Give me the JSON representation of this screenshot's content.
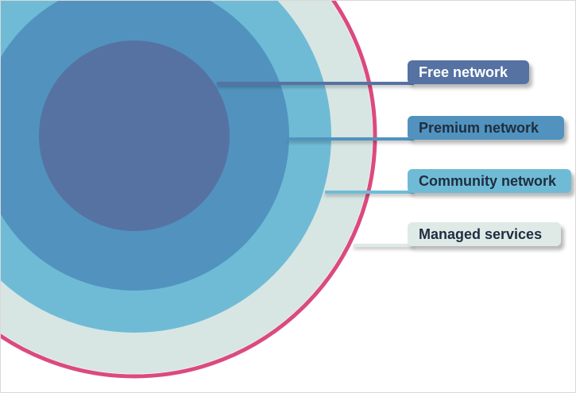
{
  "layers": [
    {
      "label": "Free network",
      "fill": "#5672a3",
      "label_bg": "#5672a3",
      "label_color": "#ffffff"
    },
    {
      "label": "Premium network",
      "fill": "#5193be",
      "label_bg": "#5193be",
      "label_color": "#1f2d40"
    },
    {
      "label": "Community network",
      "fill": "#6fbbd6",
      "label_bg": "#6fbbd6",
      "label_color": "#1f2d40"
    },
    {
      "label": "Managed services",
      "fill": "#d7e6e3",
      "label_bg": "#dfeae7",
      "label_color": "#1f2d40"
    }
  ],
  "outer_ring_color": "#db4a7e"
}
